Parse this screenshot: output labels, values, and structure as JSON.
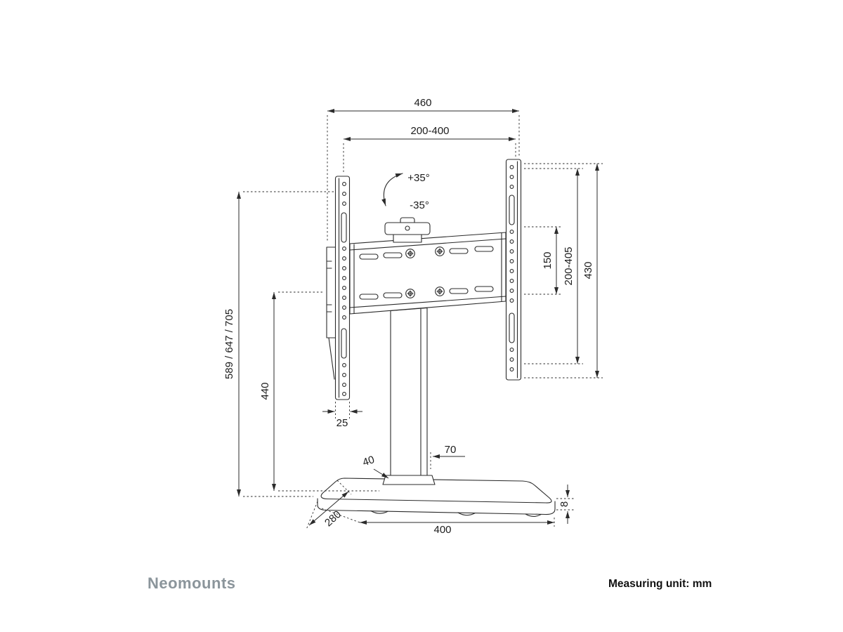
{
  "meta": {
    "background_color": "#ffffff",
    "line_color": "#2b2b2b",
    "text_color": "#1c1c1c",
    "brand_color": "#8b959b"
  },
  "diagram": {
    "dimensions": {
      "overall_width": "460",
      "vesa_width_range": "200-400",
      "tilt_up": "+35°",
      "tilt_down": "-35°",
      "vesa_height": "150",
      "height_adjust_range": "200-405",
      "bracket_height": "430",
      "overall_heights": "589 / 647 / 705",
      "column_height": "440",
      "rail_depth": "25",
      "column_depth": "40",
      "column_width": "70",
      "base_width": "400",
      "base_depth": "280",
      "base_thickness": "8"
    }
  },
  "footer": {
    "brand": "Neomounts",
    "measuring_unit": "Measuring unit: mm"
  }
}
